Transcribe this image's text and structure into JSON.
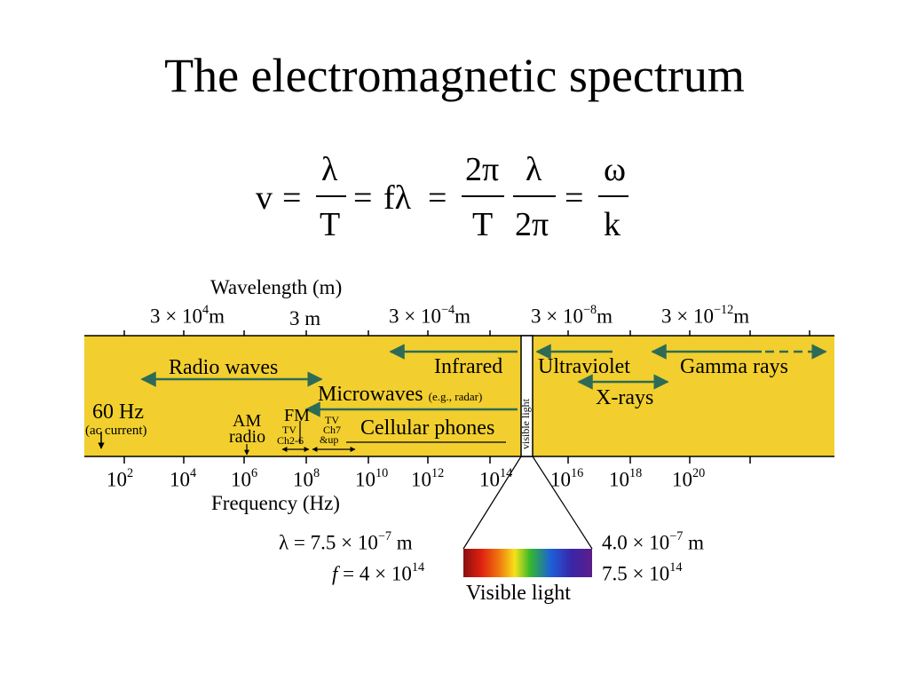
{
  "title": "The electromagnetic spectrum",
  "formula": {
    "v": "v",
    "eq": "=",
    "lambda": "λ",
    "T": "T",
    "f_lambda": "fλ",
    "two_pi": "2π",
    "omega": "ω",
    "k": "k"
  },
  "diagram": {
    "wavelength_label": "Wavelength (m)",
    "wavelength_ticks": [
      {
        "mant": "3 × 10",
        "exp": "4",
        "unit": "m"
      },
      {
        "mant": "3 m",
        "exp": "",
        "unit": ""
      },
      {
        "mant": "3 × 10",
        "exp": "−4",
        "unit": "m"
      },
      {
        "mant": "3 × 10",
        "exp": "−8",
        "unit": "m"
      },
      {
        "mant": "3 × 10",
        "exp": "−12",
        "unit": "m"
      }
    ],
    "frequency_label": "Frequency (Hz)",
    "frequency_ticks": [
      {
        "base": "10",
        "exp": "2"
      },
      {
        "base": "10",
        "exp": "4"
      },
      {
        "base": "10",
        "exp": "6"
      },
      {
        "base": "10",
        "exp": "8"
      },
      {
        "base": "10",
        "exp": "10"
      },
      {
        "base": "10",
        "exp": "12"
      },
      {
        "base": "10",
        "exp": "14"
      },
      {
        "base": "10",
        "exp": "16"
      },
      {
        "base": "10",
        "exp": "18"
      },
      {
        "base": "10",
        "exp": "20"
      }
    ],
    "bands": {
      "radio": "Radio waves",
      "infrared": "Infrared",
      "ultraviolet": "Ultraviolet",
      "gamma": "Gamma rays",
      "microwaves": "Microwaves",
      "microwaves_note": "(e.g., radar)",
      "xrays": "X-rays",
      "hz60": "60 Hz",
      "ac_current": "(ac current)",
      "am": "AM",
      "am_radio": "radio",
      "fm": "FM",
      "tv1": "TV",
      "ch26": "Ch2-6",
      "tv2": "TV",
      "ch7": "Ch7",
      "andup": "&up",
      "cellular": "Cellular phones",
      "visible_vertical": "visible light"
    },
    "visible": {
      "lambda_left": "λ = 7.5 × 10",
      "lambda_left_exp": "−7",
      "lambda_left_unit": " m",
      "f_left_sym": "f",
      "f_left": " = 4 × 10",
      "f_left_exp": "14",
      "lambda_right": "4.0 × 10",
      "lambda_right_exp": "−7",
      "lambda_right_unit": " m",
      "f_right": "7.5 × 10",
      "f_right_exp": "14",
      "caption": "Visible light"
    },
    "colors": {
      "band": "#f2cf2e",
      "arrow": "#2e6b57"
    }
  }
}
